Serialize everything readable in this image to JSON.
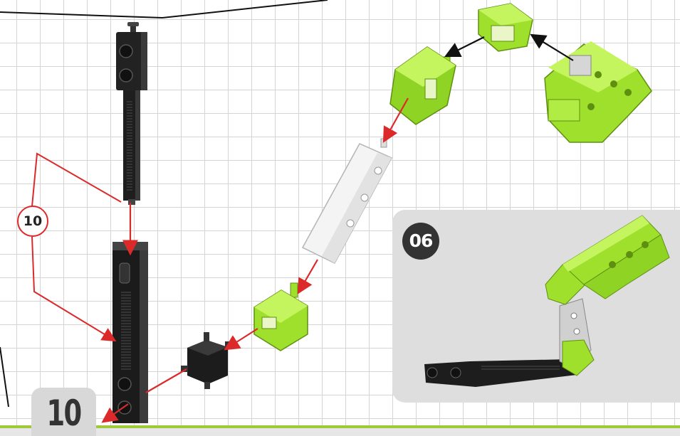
{
  "page": {
    "number": "10"
  },
  "inset": {
    "step_label": "06"
  },
  "callout": {
    "quantity": "10"
  },
  "colors": {
    "accent_green": "#9fe02c",
    "arrow_red": "#dc2a2a",
    "part_black": "#222222",
    "panel_gray": "#dedede",
    "bottom_line": "#9fc83b"
  },
  "icons": [
    "arrow-icon"
  ]
}
